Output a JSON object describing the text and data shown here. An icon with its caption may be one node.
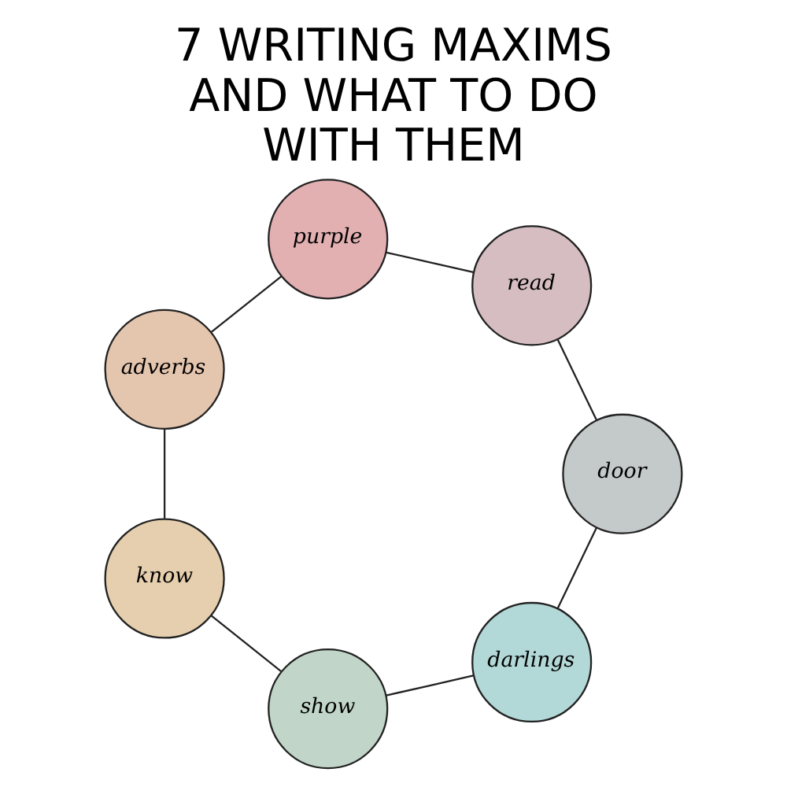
{
  "diagram": {
    "title": "7 WRITING MAXIMS AND WHAT TO DO WITH THEM",
    "nodes": [
      {
        "text": [
          "darlings"
        ]
      },
      {
        "text": [
          "show"
        ]
      },
      {
        "text": [
          "know"
        ]
      },
      {
        "text": [
          "adverbs"
        ]
      },
      {
        "text": [
          "purple"
        ]
      },
      {
        "text": [
          "read"
        ]
      },
      {
        "text": [
          "door"
        ]
      }
    ],
    "edges": [
      {
        "from": 0,
        "to": 1,
        "arrow": "none"
      },
      {
        "from": 1,
        "to": 2,
        "arrow": "none"
      },
      {
        "from": 2,
        "to": 3,
        "arrow": "none"
      },
      {
        "from": 3,
        "to": 4,
        "arrow": "none"
      },
      {
        "from": 4,
        "to": 5,
        "arrow": "none"
      },
      {
        "from": 5,
        "to": 6,
        "arrow": "none"
      },
      {
        "from": 6,
        "to": 0,
        "arrow": "none"
      }
    ]
  }
}
